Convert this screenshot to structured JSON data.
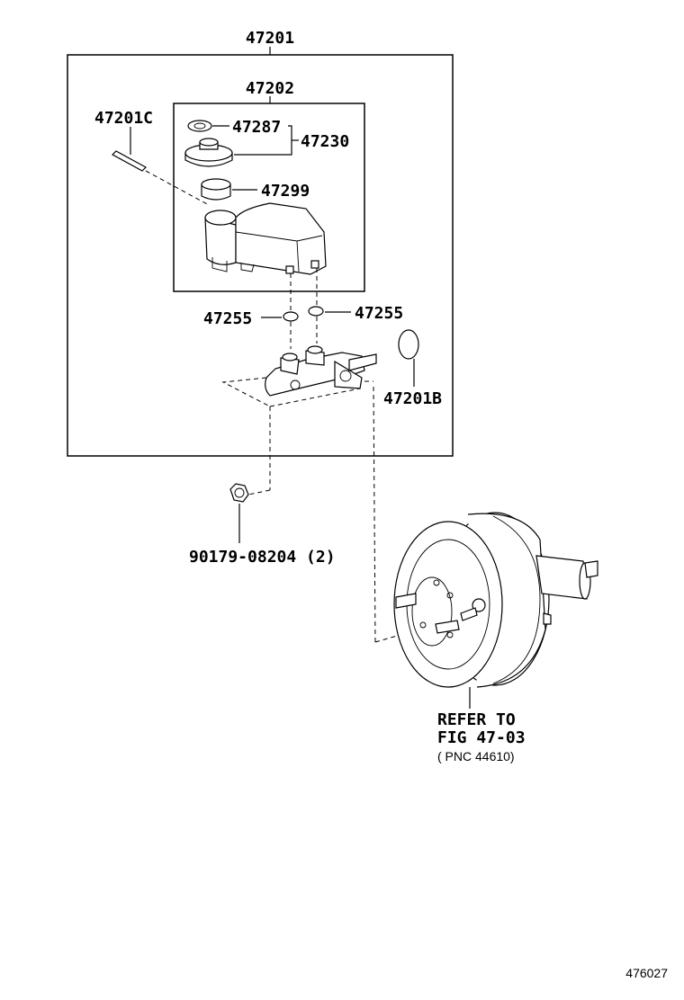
{
  "labels": {
    "assembly": "47201",
    "reservoir_sub": "47202",
    "pin": "47201C",
    "gasket": "47287",
    "cap_assy": "47230",
    "strainer": "47299",
    "grommet_left": "47255",
    "grommet_right": "47255",
    "o_ring": "47201B",
    "nut": "90179-08204 (2)",
    "refer_line1": "REFER TO",
    "refer_line2": "FIG 47-03",
    "refer_line3": "( PNC 44610)",
    "figure_code": "476027"
  }
}
